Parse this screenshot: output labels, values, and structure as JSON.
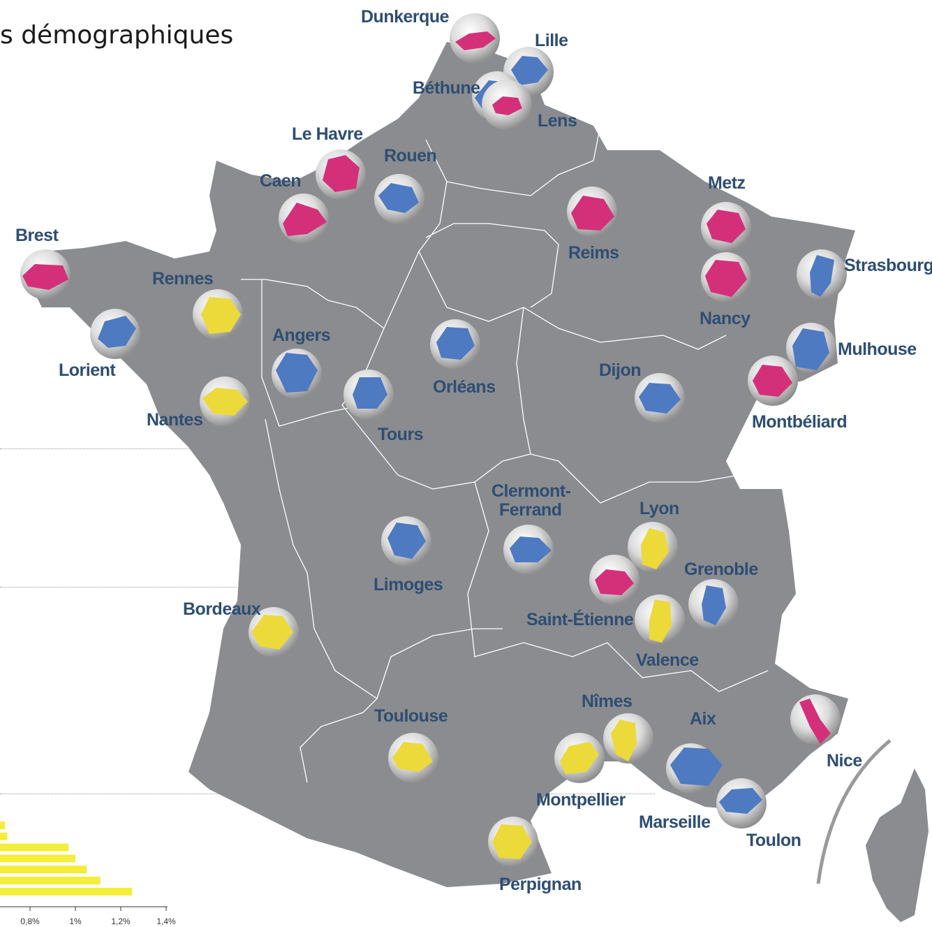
{
  "title": "s démographiques",
  "colors": {
    "decline": "#d4307a",
    "stable": "#4e7ac2",
    "growth": "#ecd93a",
    "land": "#8b8c90",
    "label": "#2e4e72",
    "bar": "#f2ee3a"
  },
  "cities": [
    {
      "name": "Dunkerque",
      "cat": "decline"
    },
    {
      "name": "Lille",
      "cat": "stable"
    },
    {
      "name": "Béthune",
      "cat": "stable"
    },
    {
      "name": "Lens",
      "cat": "decline"
    },
    {
      "name": "Le Havre",
      "cat": "decline"
    },
    {
      "name": "Rouen",
      "cat": "stable"
    },
    {
      "name": "Caen",
      "cat": "decline"
    },
    {
      "name": "Brest",
      "cat": "decline"
    },
    {
      "name": "Rennes",
      "cat": "growth"
    },
    {
      "name": "Lorient",
      "cat": "stable"
    },
    {
      "name": "Angers",
      "cat": "stable"
    },
    {
      "name": "Nantes",
      "cat": "growth"
    },
    {
      "name": "Tours",
      "cat": "stable"
    },
    {
      "name": "Orléans",
      "cat": "stable"
    },
    {
      "name": "Reims",
      "cat": "decline"
    },
    {
      "name": "Metz",
      "cat": "decline"
    },
    {
      "name": "Nancy",
      "cat": "decline"
    },
    {
      "name": "Strasbourg",
      "cat": "stable"
    },
    {
      "name": "Mulhouse",
      "cat": "stable"
    },
    {
      "name": "Montbéliard",
      "cat": "decline"
    },
    {
      "name": "Dijon",
      "cat": "stable"
    },
    {
      "name": "Clermont-\nFerrand",
      "cat": "stable"
    },
    {
      "name": "Limoges",
      "cat": "stable"
    },
    {
      "name": "Lyon",
      "cat": "growth"
    },
    {
      "name": "Grenoble",
      "cat": "stable"
    },
    {
      "name": "Saint-Étienne",
      "cat": "decline"
    },
    {
      "name": "Valence",
      "cat": "growth"
    },
    {
      "name": "Bordeaux",
      "cat": "growth"
    },
    {
      "name": "Toulouse",
      "cat": "growth"
    },
    {
      "name": "Nîmes",
      "cat": "growth"
    },
    {
      "name": "Montpellier",
      "cat": "growth"
    },
    {
      "name": "Aix",
      "cat": "stable"
    },
    {
      "name": "Marseille",
      "cat": "stable"
    },
    {
      "name": "Toulon",
      "cat": "stable"
    },
    {
      "name": "Nice",
      "cat": "decline"
    },
    {
      "name": "Perpignan",
      "cat": "growth"
    }
  ],
  "chart_data": {
    "type": "bar",
    "orientation": "horizontal",
    "tick_labels": [
      "0,8%",
      "1%",
      "1,2%",
      "1,4%"
    ],
    "ticks": [
      0.8,
      1.0,
      1.2,
      1.4
    ],
    "values": [
      0.69,
      0.7,
      0.97,
      1.0,
      1.05,
      1.11,
      1.25
    ]
  }
}
